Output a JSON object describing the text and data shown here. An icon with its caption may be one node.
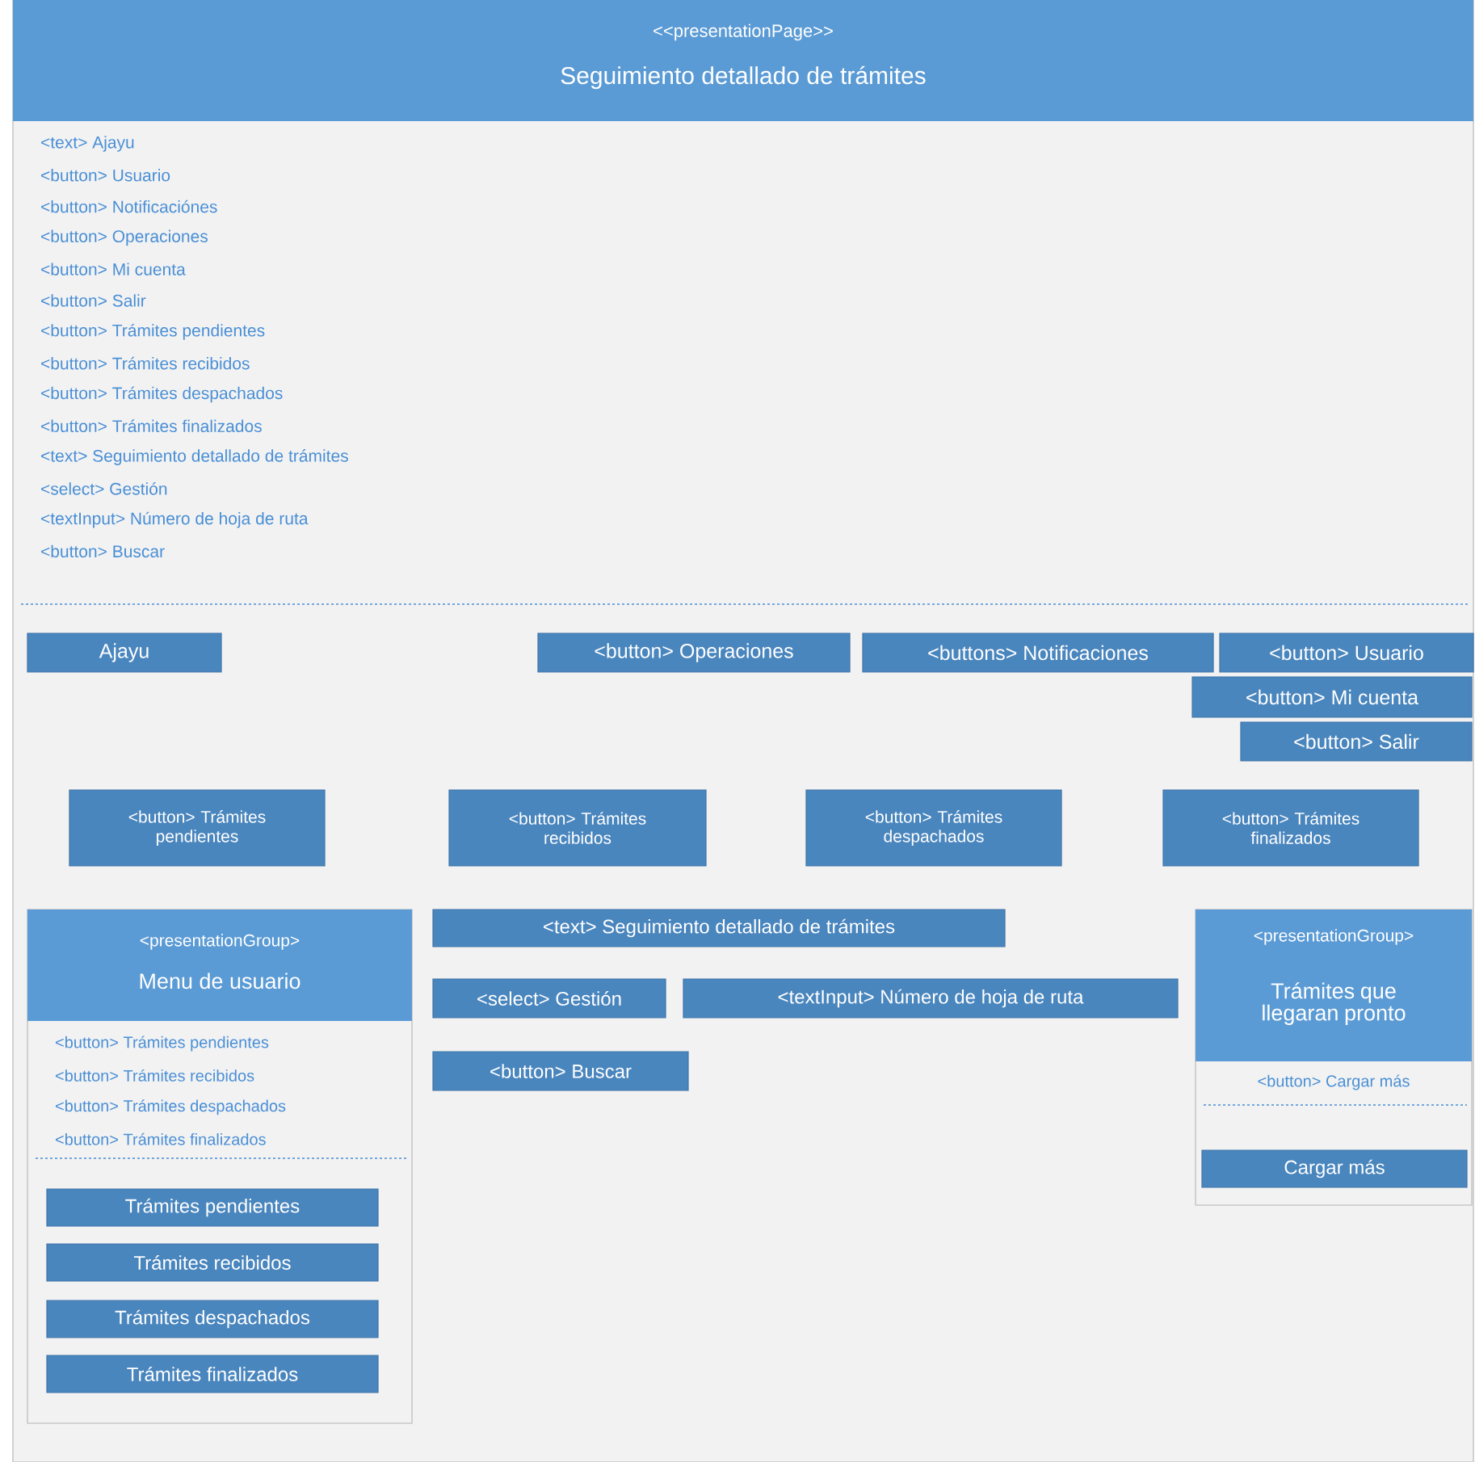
{
  "diagram": {
    "nodes": [
      {
        "text": [
          "<<presentationPage>>",
          "Seguimiento detallado de trámites",
          "<text> Ajayu",
          "<button> Usuario",
          "<button> Notificaciónes",
          "<button> Operaciones",
          "<button> Mi cuenta",
          "<button> Salir",
          "<button> Trámites pendientes",
          "<button> Trámites recibidos",
          "<button> Trámites despachados",
          "<button> Trámites finalizados",
          "<text> Seguimiento detallado de trámites",
          "<select> Gestión",
          "<textInput> Número de hoja de ruta",
          "<button> Buscar"
        ]
      },
      {
        "text": [
          "Ajayu"
        ],
        "in": 0
      },
      {
        "text": [
          "<button> Operaciones"
        ],
        "in": 0
      },
      {
        "text": [
          "<buttons> Notificaciones"
        ],
        "in": 0
      },
      {
        "text": [
          "<button> Usuario"
        ],
        "in": 0
      },
      {
        "text": [
          "<button> Mi cuenta"
        ],
        "in": 0
      },
      {
        "text": [
          "<button> Salir"
        ],
        "in": 0
      },
      {
        "text": [
          "<button> Trámites pendientes"
        ],
        "in": 0
      },
      {
        "text": [
          "<button> Trámites recibidos"
        ],
        "in": 0
      },
      {
        "text": [
          "<button> Trámites despachados"
        ],
        "in": 0
      },
      {
        "text": [
          "<button> Trámites finalizados"
        ],
        "in": 0
      },
      {
        "text": [
          "<presentationGroup>",
          "Menu de usuario",
          "<button> Trámites pendientes",
          "<button> Trámites recibidos",
          "<button> Trámites despachados",
          "<button> Trámites finalizados"
        ],
        "in": 0
      },
      {
        "text": [
          "Trámites pendientes"
        ],
        "in": 11
      },
      {
        "text": [
          "Trámites recibidos"
        ],
        "in": 11
      },
      {
        "text": [
          "Trámites despachados"
        ],
        "in": 11
      },
      {
        "text": [
          "Trámites finalizados"
        ],
        "in": 11
      },
      {
        "text": [
          "<text> Seguimiento detallado de trámites"
        ],
        "in": 0
      },
      {
        "text": [
          "<select> Gestión"
        ],
        "in": 0
      },
      {
        "text": [
          "<textInput> Número de hoja de ruta"
        ],
        "in": 0
      },
      {
        "text": [
          "<button> Buscar"
        ],
        "in": 0
      },
      {
        "text": [
          "<presentationGroup>",
          "Trámites que llegaran pronto",
          "<button> Cargar más"
        ],
        "in": 0
      },
      {
        "text": [
          "Cargar más"
        ],
        "in": 20
      }
    ]
  }
}
